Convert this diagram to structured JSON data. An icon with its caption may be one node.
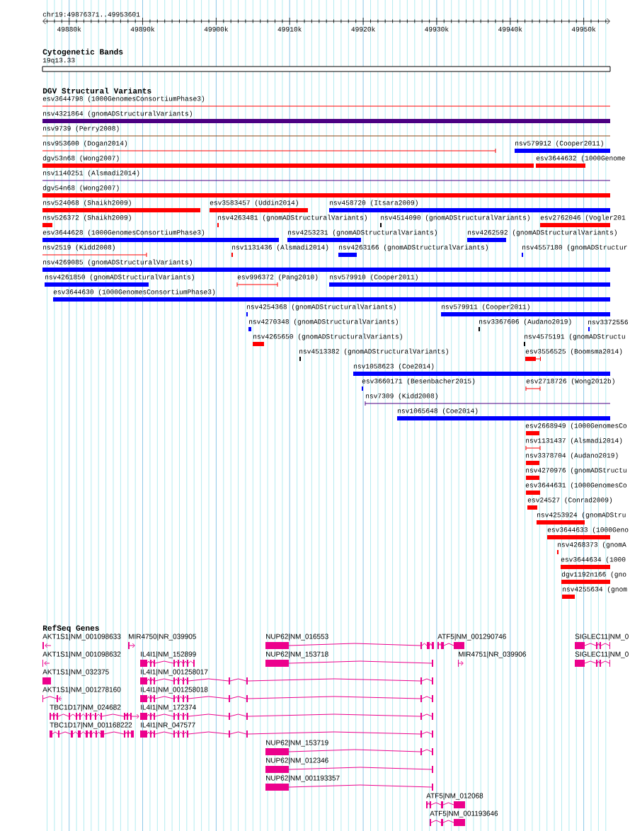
{
  "diagram": {
    "nodes": [
      {
        "text": [
          "esv3644798 (1000GenomesConsortiumPhase3)"
        ]
      },
      {
        "text": [
          "nsv4321864 (gnomADStructuralVariants)"
        ]
      },
      {
        "text": [
          "nsv9739 (Perry2008)"
        ]
      },
      {
        "text": [
          "nsv953600 (Dogan2014)"
        ]
      },
      {
        "text": [
          "nsv579912 (Cooper2011)"
        ]
      },
      {
        "text": [
          "dgv53n68 (Wong2007)"
        ]
      },
      {
        "text": [
          "esv3644632 (1000Genome"
        ]
      },
      {
        "text": [
          "nsv1140251 (Alsmadi2014)"
        ]
      },
      {
        "text": [
          "dgv54n68 (Wong2007)"
        ]
      },
      {
        "text": [
          "nsv524068 (Shaikh2009)"
        ]
      },
      {
        "text": [
          "esv3583457 (Uddin2014)"
        ]
      },
      {
        "text": [
          "nsv458720 (Itsara2009)"
        ]
      },
      {
        "text": [
          "nsv526372 (Shaikh2009)"
        ]
      },
      {
        "text": [
          "nsv4263481 (gnomADStructuralVariants)"
        ]
      },
      {
        "text": [
          "nsv4514090 (gnomADStructuralVariants)"
        ]
      },
      {
        "text": [
          "esv2762046 (Vogler201"
        ]
      },
      {
        "text": [
          "esv3644628 (1000GenomesConsortiumPhase3)"
        ]
      },
      {
        "text": [
          "nsv4253231 (gnomADStructuralVariants)"
        ]
      },
      {
        "text": [
          "nsv4262592 (gnomADStructuralVariants)"
        ]
      },
      {
        "text": [
          "nsv2519 (Kidd2008)"
        ]
      },
      {
        "text": [
          "nsv1131436 (Alsmadi2014)"
        ]
      },
      {
        "text": [
          "nsv4263166 (gnomADStructuralVariants)"
        ]
      },
      {
        "text": [
          "nsv4557180 (gnomADStructur"
        ]
      },
      {
        "text": [
          "nsv4269085 (gnomADStructuralVariants)"
        ]
      },
      {
        "text": [
          "nsv4261850 (gnomADStructuralVariants)"
        ]
      },
      {
        "text": [
          "esv996372 (Pang2010)"
        ]
      },
      {
        "text": [
          "nsv579910 (Cooper2011)"
        ]
      },
      {
        "text": [
          "esv3644630 (1000GenomesConsortiumPhase3)"
        ]
      },
      {
        "text": [
          "nsv4254368 (gnomADStructuralVariants)"
        ]
      },
      {
        "text": [
          "nsv579911 (Cooper2011)"
        ]
      },
      {
        "text": [
          "nsv4270348 (gnomADStructuralVariants)"
        ]
      },
      {
        "text": [
          "nsv3367606 (Audano2019)"
        ]
      },
      {
        "text": [
          "nsv3372556"
        ]
      },
      {
        "text": [
          "nsv4265650 (gnomADStructuralVariants)"
        ]
      },
      {
        "text": [
          "nsv4575191 (gnomADStructu"
        ]
      },
      {
        "text": [
          "nsv4513382 (gnomADStructuralVariants)"
        ]
      },
      {
        "text": [
          "esv3556525 (Boomsma2014)"
        ]
      },
      {
        "text": [
          "nsv1058623 (Coe2014)"
        ]
      },
      {
        "text": [
          "esv3660171 (Besenbacher2015)"
        ]
      },
      {
        "text": [
          "esv2718726 (Wong2012b)"
        ]
      },
      {
        "text": [
          "nsv7309 (Kidd2008)"
        ]
      },
      {
        "text": [
          "nsv1065648 (Coe2014)"
        ]
      },
      {
        "text": [
          "esv2668949 (1000GenomesCo"
        ]
      },
      {
        "text": [
          "nsv1131437 (Alsmadi2014)"
        ]
      },
      {
        "text": [
          "nsv3378704 (Audano2019)"
        ]
      },
      {
        "text": [
          "nsv4270976 (gnomADStructu"
        ]
      },
      {
        "text": [
          "esv3644631 (1000GenomesCo"
        ]
      },
      {
        "text": [
          "esv24527 (Conrad2009)"
        ]
      },
      {
        "text": [
          "nsv4253924 (gnomADStru"
        ]
      },
      {
        "text": [
          "esv3644633 (1000Geno"
        ]
      },
      {
        "text": [
          "nsv4268373 (gnomA"
        ]
      },
      {
        "text": [
          "esv3644634 (1000"
        ]
      },
      {
        "text": [
          "dgv1192n166 (gno"
        ]
      },
      {
        "text": [
          "nsv4255634 (gnom"
        ]
      },
      {
        "text": [
          "AKT1S1|NM_001098633"
        ]
      },
      {
        "text": [
          "MIR4750|NR_039905"
        ]
      },
      {
        "text": [
          "NUP62|NM_016553"
        ]
      },
      {
        "text": [
          "ATF5|NM_001290746"
        ]
      },
      {
        "text": [
          "SIGLEC11|NM_0"
        ]
      },
      {
        "text": [
          "AKT1S1|NM_001098632"
        ]
      },
      {
        "text": [
          "IL4I1|NM_152899"
        ]
      },
      {
        "text": [
          "NUP62|NM_153718"
        ]
      },
      {
        "text": [
          "MIR4751|NR_039906"
        ]
      },
      {
        "text": [
          "SIGLEC11|NM_0"
        ]
      },
      {
        "text": [
          "AKT1S1|NM_032375"
        ]
      },
      {
        "text": [
          "IL4I1|NM_001258017"
        ]
      },
      {
        "text": [
          "AKT1S1|NM_001278160"
        ]
      },
      {
        "text": [
          "IL4I1|NM_001258018"
        ]
      },
      {
        "text": [
          "TBC1D17|NM_024682"
        ]
      },
      {
        "text": [
          "IL4I1|NM_172374"
        ]
      },
      {
        "text": [
          "TBC1D17|NM_001168222"
        ]
      },
      {
        "text": [
          "IL4I1|NR_047577"
        ]
      },
      {
        "text": [
          "NUP62|NM_153719"
        ]
      },
      {
        "text": [
          "NUP62|NM_012346"
        ]
      },
      {
        "text": [
          "NUP62|NM_001193357"
        ]
      },
      {
        "text": [
          "ATF5|NM_012068"
        ]
      },
      {
        "text": [
          "ATF5|NM_001193646"
        ]
      }
    ],
    "labels": [
      "chr19:49876371..49953601",
      "49880k",
      "49890k",
      "49900k",
      "49910k",
      "49920k",
      "49930k",
      "49940k",
      "49950k",
      "Cytogenetic Bands",
      "19q13.33",
      "DGV Structural Variants",
      "RefSeq Genes"
    ]
  }
}
